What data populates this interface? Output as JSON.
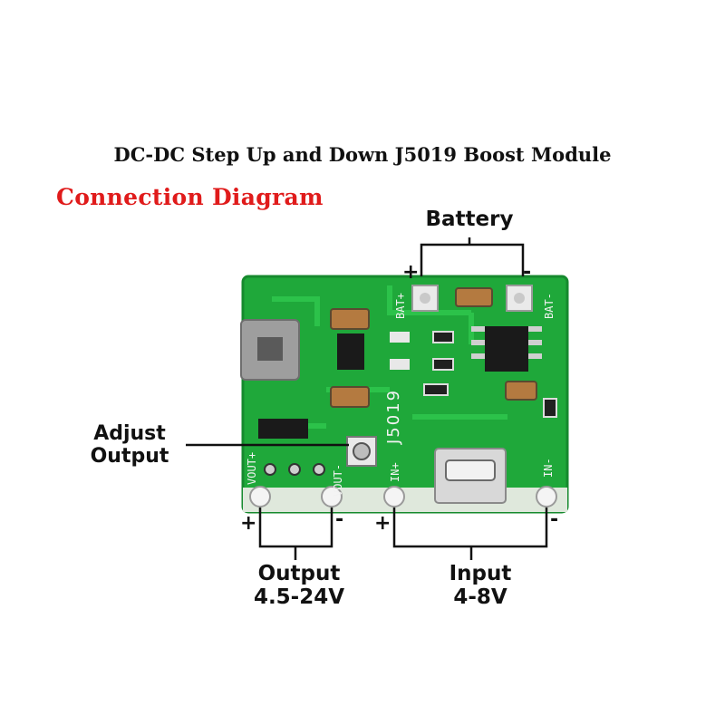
{
  "title": "DC-DC Step Up and Down J5019 Boost Module",
  "subtitle": "Connection Diagram",
  "labels": {
    "battery": "Battery",
    "adjust_line1": "Adjust",
    "adjust_line2": "Output",
    "output_line1": "Output",
    "output_line2": "4.5-24V",
    "input_line1": "Input",
    "input_line2": "4-8V"
  },
  "polarity": {
    "plus": "+",
    "minus": "-"
  },
  "silkscreen": {
    "bat_plus": "BAT+",
    "bat_minus": "BAT-",
    "in_plus": "IN+",
    "in_minus": "IN-",
    "vout_plus": "VOUT+",
    "vout_minus": "VOUT-",
    "model": "J5019"
  },
  "colors": {
    "pcb": "#1fa83a",
    "title_red": "#e01b1b",
    "wire": "#111111"
  }
}
